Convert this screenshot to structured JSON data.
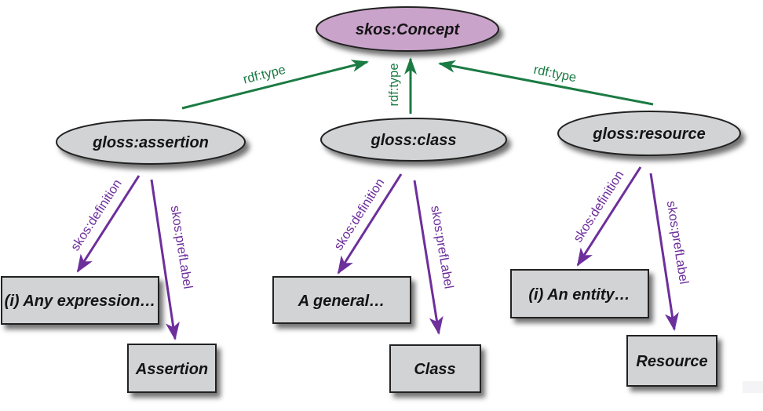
{
  "diagram": {
    "kind": "rdf-skos-graph",
    "colors": {
      "concept_fill": "#c9a3ca",
      "node_fill": "#d1d3d4",
      "rdf_type_edge": "#1b7b43",
      "skos_property_edge": "#6d2f9c",
      "outline": "#212121"
    },
    "concept": {
      "label": "skos:Concept"
    },
    "classes": {
      "assertion": {
        "label": "gloss:assertion"
      },
      "class_node": {
        "label": "gloss:class"
      },
      "resource": {
        "label": "gloss:resource"
      }
    },
    "literals": {
      "assertion_definition": "(i) Any expression…",
      "assertion_preflabel": "Assertion",
      "class_definition": "A general…",
      "class_preflabel": "Class",
      "resource_definition": "(i) An entity…",
      "resource_preflabel": "Resource"
    },
    "edge_labels": {
      "rdf_type": "rdf:type",
      "skos_definition": "skos:definition",
      "skos_preflabel": "skos:prefLabel"
    }
  }
}
